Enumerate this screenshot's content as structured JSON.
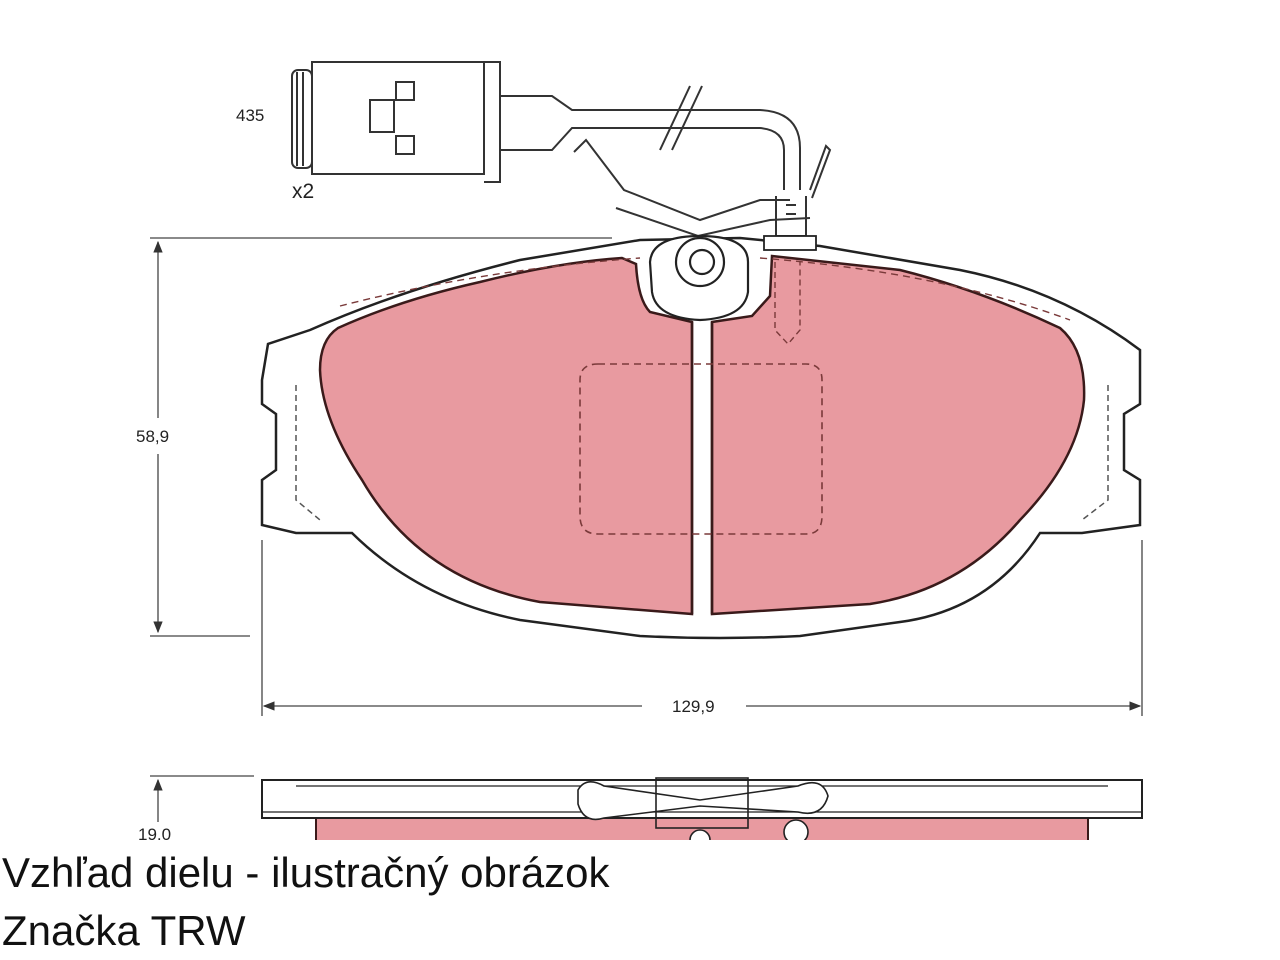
{
  "drawing": {
    "sensor_code": "435",
    "sensor_quantity": "x2",
    "height_dimension": "58,9",
    "width_dimension": "129,9",
    "thickness_dimension": "19,0",
    "pad_color": "#e89aa0",
    "outline_color": "#3a1a1a"
  },
  "captions": {
    "line1": "Vzhľad dielu - ilustračný obrázok",
    "line2": "Značka TRW"
  }
}
